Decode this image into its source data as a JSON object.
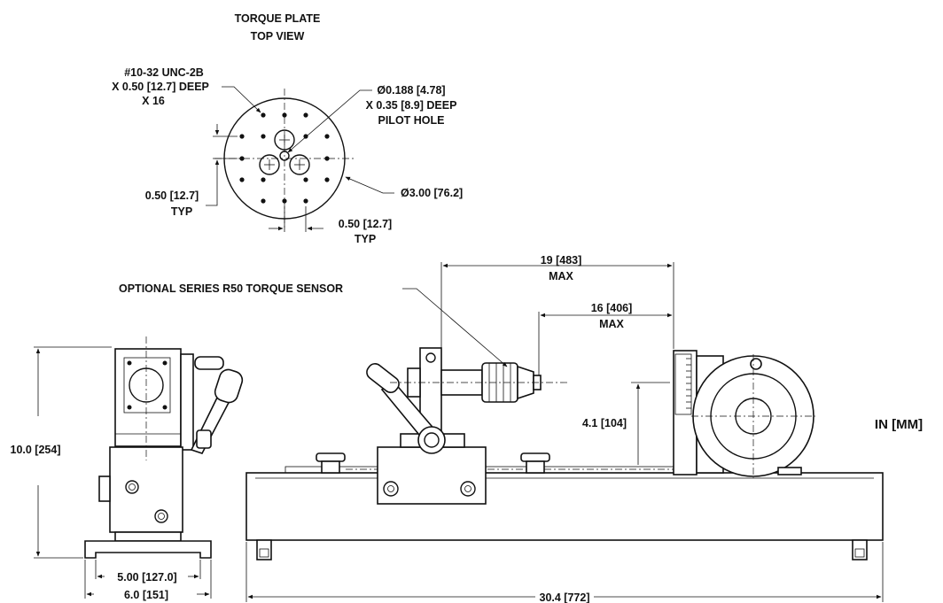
{
  "torque_plate": {
    "title_line1": "TORQUE PLATE",
    "title_line2": "TOP VIEW",
    "thread_line1": "#10-32 UNC-2B",
    "thread_line2": "X 0.50 [12.7] DEEP",
    "thread_line3": "X 16",
    "pilot_line1": "Ø0.188 [4.78]",
    "pilot_line2": "X 0.35 [8.9] DEEP",
    "pilot_line3": "PILOT HOLE",
    "diameter": "Ø3.00 [76.2]",
    "spacing_v_value": "0.50 [12.7]",
    "spacing_v_typ": "TYP",
    "spacing_h_value": "0.50 [12.7]",
    "spacing_h_typ": "TYP"
  },
  "side_view": {
    "height": "10.0 [254]",
    "width_inner": "5.00 [127.0]",
    "width_outer": "6.0 [151]"
  },
  "front_view": {
    "sensor_label": "OPTIONAL SERIES R50 TORQUE SENSOR",
    "travel_max_value": "19 [483]",
    "travel_max_label": "MAX",
    "reach_max_value": "16 [406]",
    "reach_max_label": "MAX",
    "center_height": "4.1 [104]",
    "overall_length": "30.4 [772]"
  },
  "units": "IN [MM]"
}
